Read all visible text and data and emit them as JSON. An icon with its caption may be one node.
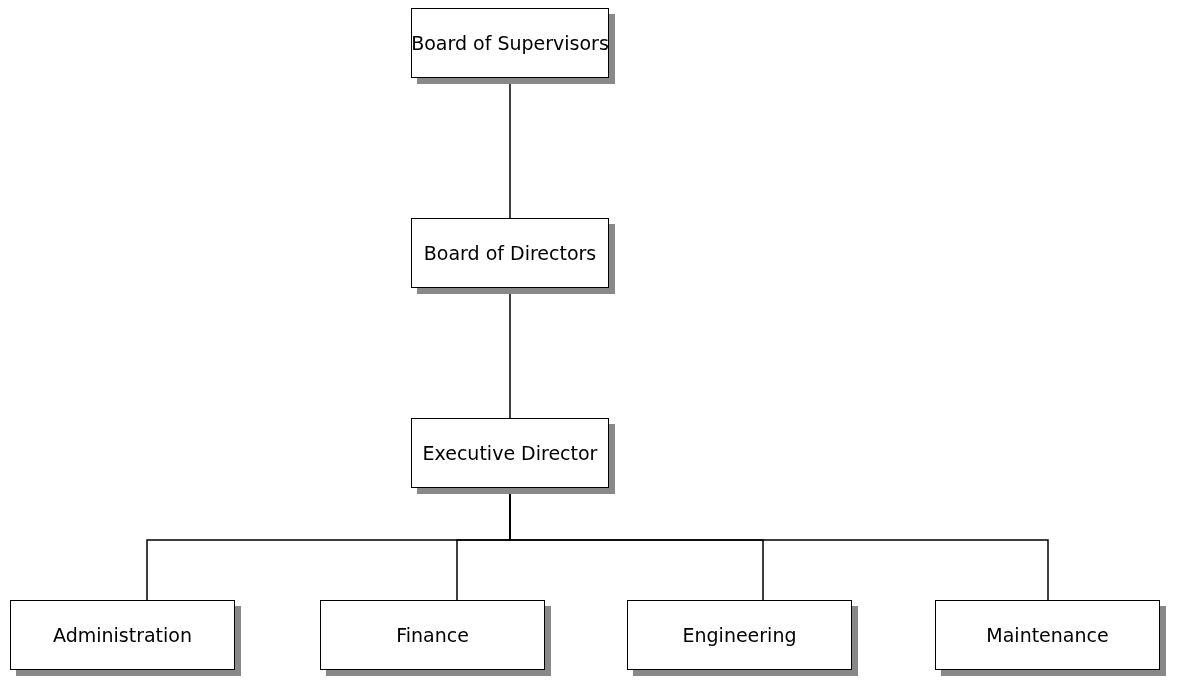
{
  "diagram": {
    "nodes": [
      {
        "text": [
          "Board of Supervisors"
        ]
      },
      {
        "text": [
          "Board of Directors"
        ]
      },
      {
        "text": [
          "Executive Director"
        ]
      },
      {
        "text": [
          "Administration"
        ]
      },
      {
        "text": [
          "Finance"
        ]
      },
      {
        "text": [
          "Engineering"
        ]
      },
      {
        "text": [
          "Maintenance"
        ]
      }
    ],
    "edges": [
      {
        "from": 0,
        "to": 1,
        "arrow": "none"
      },
      {
        "from": 1,
        "to": 2,
        "arrow": "none"
      },
      {
        "from": 2,
        "to": 3,
        "arrow": "none"
      },
      {
        "from": 2,
        "to": 4,
        "arrow": "none"
      },
      {
        "from": 2,
        "to": 5,
        "arrow": "none"
      },
      {
        "from": 2,
        "to": 6,
        "arrow": "none"
      }
    ]
  }
}
